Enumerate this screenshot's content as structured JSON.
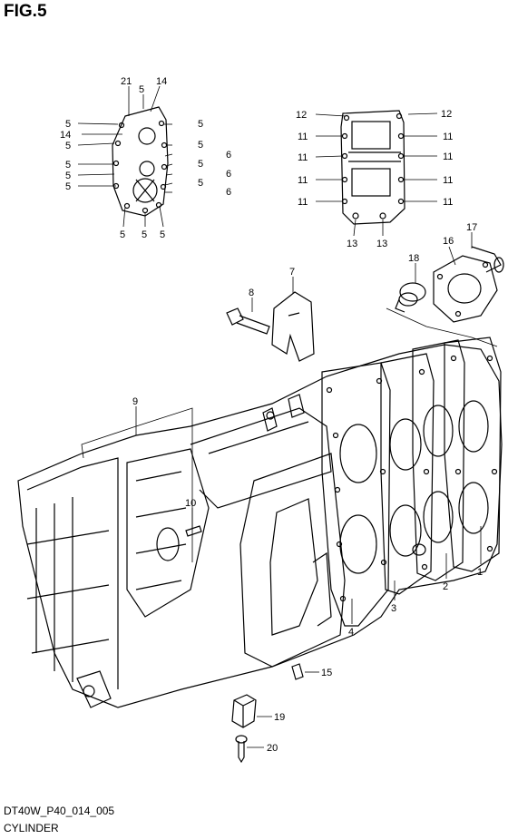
{
  "figure": {
    "title": "FIG.5",
    "code": "DT40W_P40_014_005",
    "caption": "CYLINDER"
  },
  "callouts": {
    "cover_left": [
      "21",
      "5",
      "14",
      "5",
      "5",
      "14",
      "5",
      "5",
      "5",
      "6",
      "5",
      "5",
      "6",
      "5",
      "5",
      "5",
      "6",
      "5",
      "5",
      "5"
    ],
    "cover_right": [
      "12",
      "12",
      "11",
      "11",
      "11",
      "11",
      "11",
      "11",
      "11",
      "11",
      "13",
      "13"
    ],
    "main": [
      "17",
      "16",
      "18",
      "7",
      "8",
      "9",
      "10",
      "1",
      "2",
      "3",
      "4",
      "15",
      "19",
      "20"
    ]
  },
  "leader_color": "#000000"
}
